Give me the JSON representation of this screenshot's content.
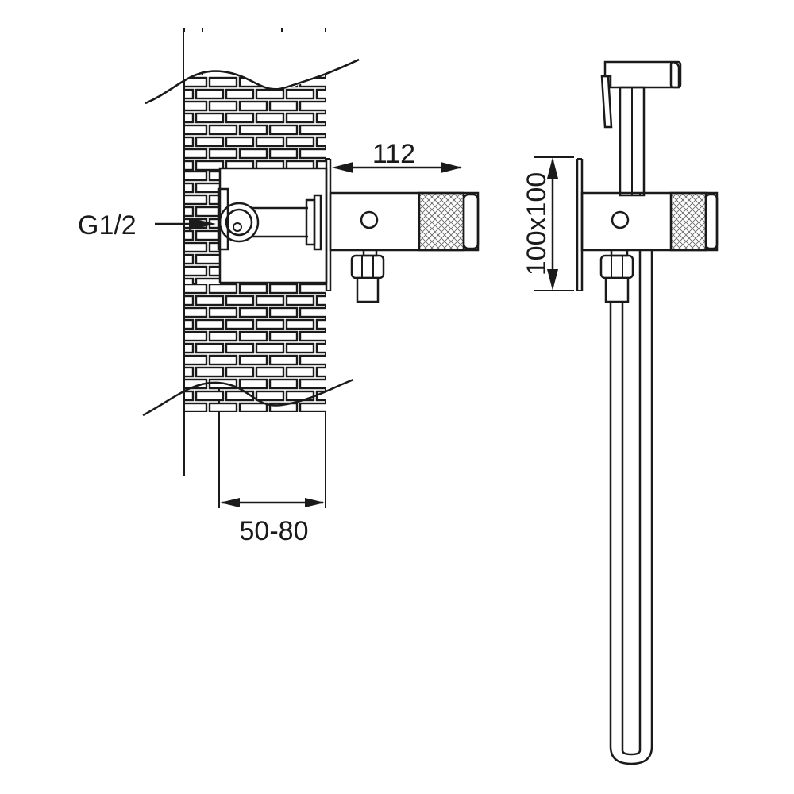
{
  "dimensions": {
    "width_label": "112",
    "thread_label": "G1/2",
    "wall_depth_label": "50-80",
    "plate_size_label": "100x100"
  },
  "colors": {
    "line": "#1a1a1a",
    "background": "#ffffff",
    "knurl": "#666666"
  }
}
